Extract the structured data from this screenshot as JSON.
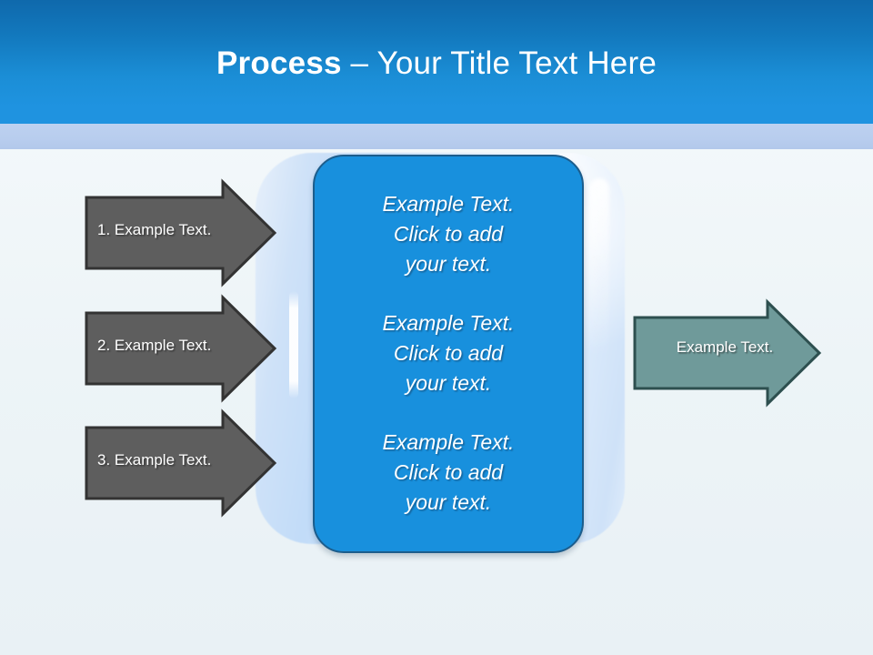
{
  "slide": {
    "title_bold": "Process ",
    "title_rest": "– Your Title Text Here"
  },
  "colors": {
    "header_blue": "#1278bd",
    "header_stripe": "#b8cdee",
    "main_box_fill": "#1890dd",
    "main_box_border": "#1c5d8c",
    "input_arrow_fill": "#5e5e5e",
    "input_arrow_border": "#333333",
    "output_arrow_fill": "#6f9a9a",
    "output_arrow_border": "#2d4f4f",
    "background": "#edf4f7"
  },
  "input_arrows": [
    {
      "label": "1. Example Text."
    },
    {
      "label": "2. Example Text."
    },
    {
      "label": "3. Example Text."
    }
  ],
  "center_box": {
    "paragraphs": [
      "Example Text.\nClick  to add\nyour text.",
      "Example Text.\nClick  to add\nyour text.",
      "Example Text.\nClick  to add\nyour text."
    ]
  },
  "output_arrow": {
    "label": "Example Text."
  }
}
